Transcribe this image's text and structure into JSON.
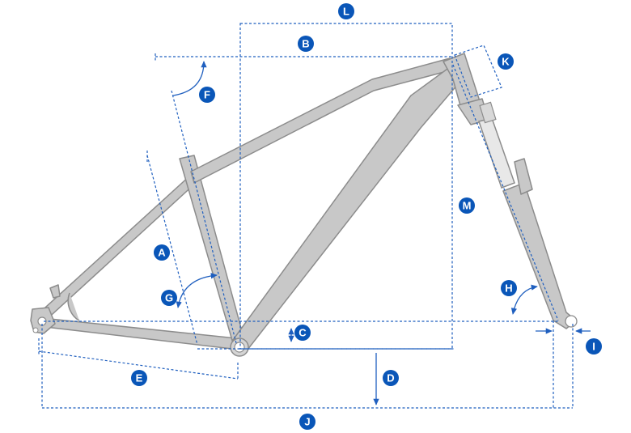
{
  "labels": {
    "A": "A",
    "B": "B",
    "C": "C",
    "D": "D",
    "E": "E",
    "F": "F",
    "G": "G",
    "H": "H",
    "I": "I",
    "J": "J",
    "K": "K",
    "L": "L",
    "M": "M"
  },
  "colors": {
    "accent": "#0a56b8",
    "dimension_line": "#1f5fbf",
    "frame_fill": "#c8c8c8",
    "frame_stroke": "#8c8c8c"
  }
}
